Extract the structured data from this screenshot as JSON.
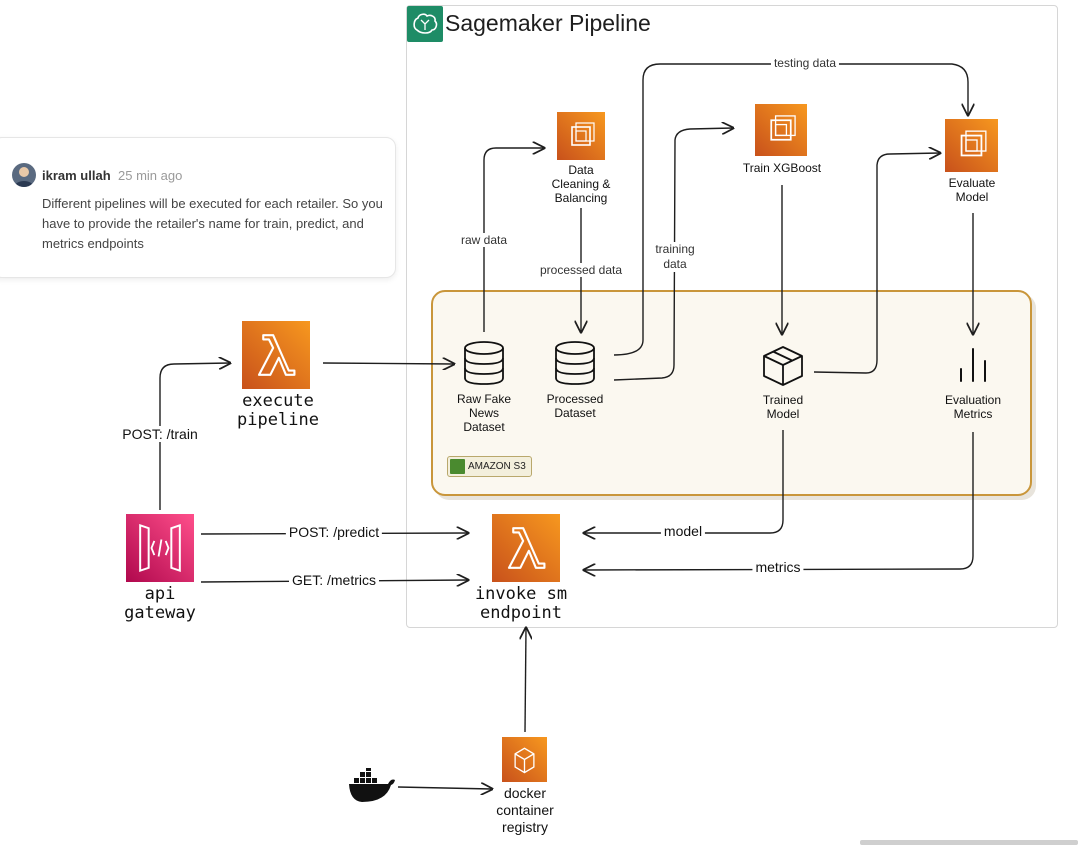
{
  "frame": {
    "title": "Sagemaker Pipeline"
  },
  "comment": {
    "author": "ikram ullah",
    "time": "25 min ago",
    "text": "Different pipelines will be executed for each retailer. So you have to provide the retailer's name for train, predict, and metrics endpoints"
  },
  "s3": {
    "badge": "AMAZON S3"
  },
  "nodes": {
    "data_cleaning": "Data\nCleaning &\nBalancing",
    "train": "Train XGBoost",
    "evaluate": "Evaluate\nModel",
    "raw_dataset": "Raw Fake\nNews\nDataset",
    "processed_dataset": "Processed\nDataset",
    "trained_model": "Trained\nModel",
    "eval_metrics": "Evaluation\nMetrics",
    "execute_pipeline": "execute\npipeline",
    "api_gateway": "api\ngateway",
    "invoke_endpoint": "invoke sm\nendpoint",
    "docker_registry": "docker\ncontainer\nregistry"
  },
  "edges": {
    "raw_data": "raw data",
    "processed_data": "processed data",
    "training_data": "training\ndata",
    "testing_data": "testing data",
    "post_train": "POST: /train",
    "post_predict": "POST: /predict",
    "get_metrics": "GET: /metrics",
    "model": "model",
    "metrics": "metrics"
  },
  "colors": {
    "aws_orange": "#e8751a",
    "api_pink": "#d6246e",
    "sagemaker_green": "#1e8c66",
    "s3_border": "#c9963b"
  }
}
